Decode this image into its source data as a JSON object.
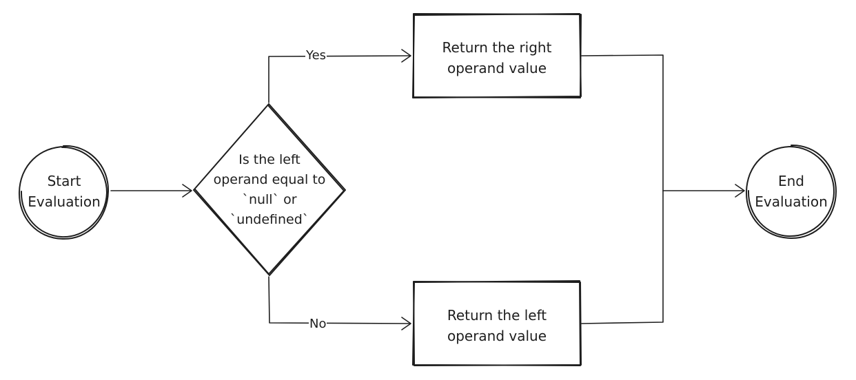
{
  "nodes": {
    "start": "Start\nEvaluation",
    "decision": "Is the left\noperand equal to\n`null` or\n`undefined`",
    "return_right": "Return the right\noperand value",
    "return_left": "Return the left\noperand value",
    "end": "End\nEvaluation"
  },
  "edges": {
    "yes_label": "Yes",
    "no_label": "No"
  },
  "colors": {
    "stroke": "#1e1e1e",
    "background": "#ffffff"
  }
}
